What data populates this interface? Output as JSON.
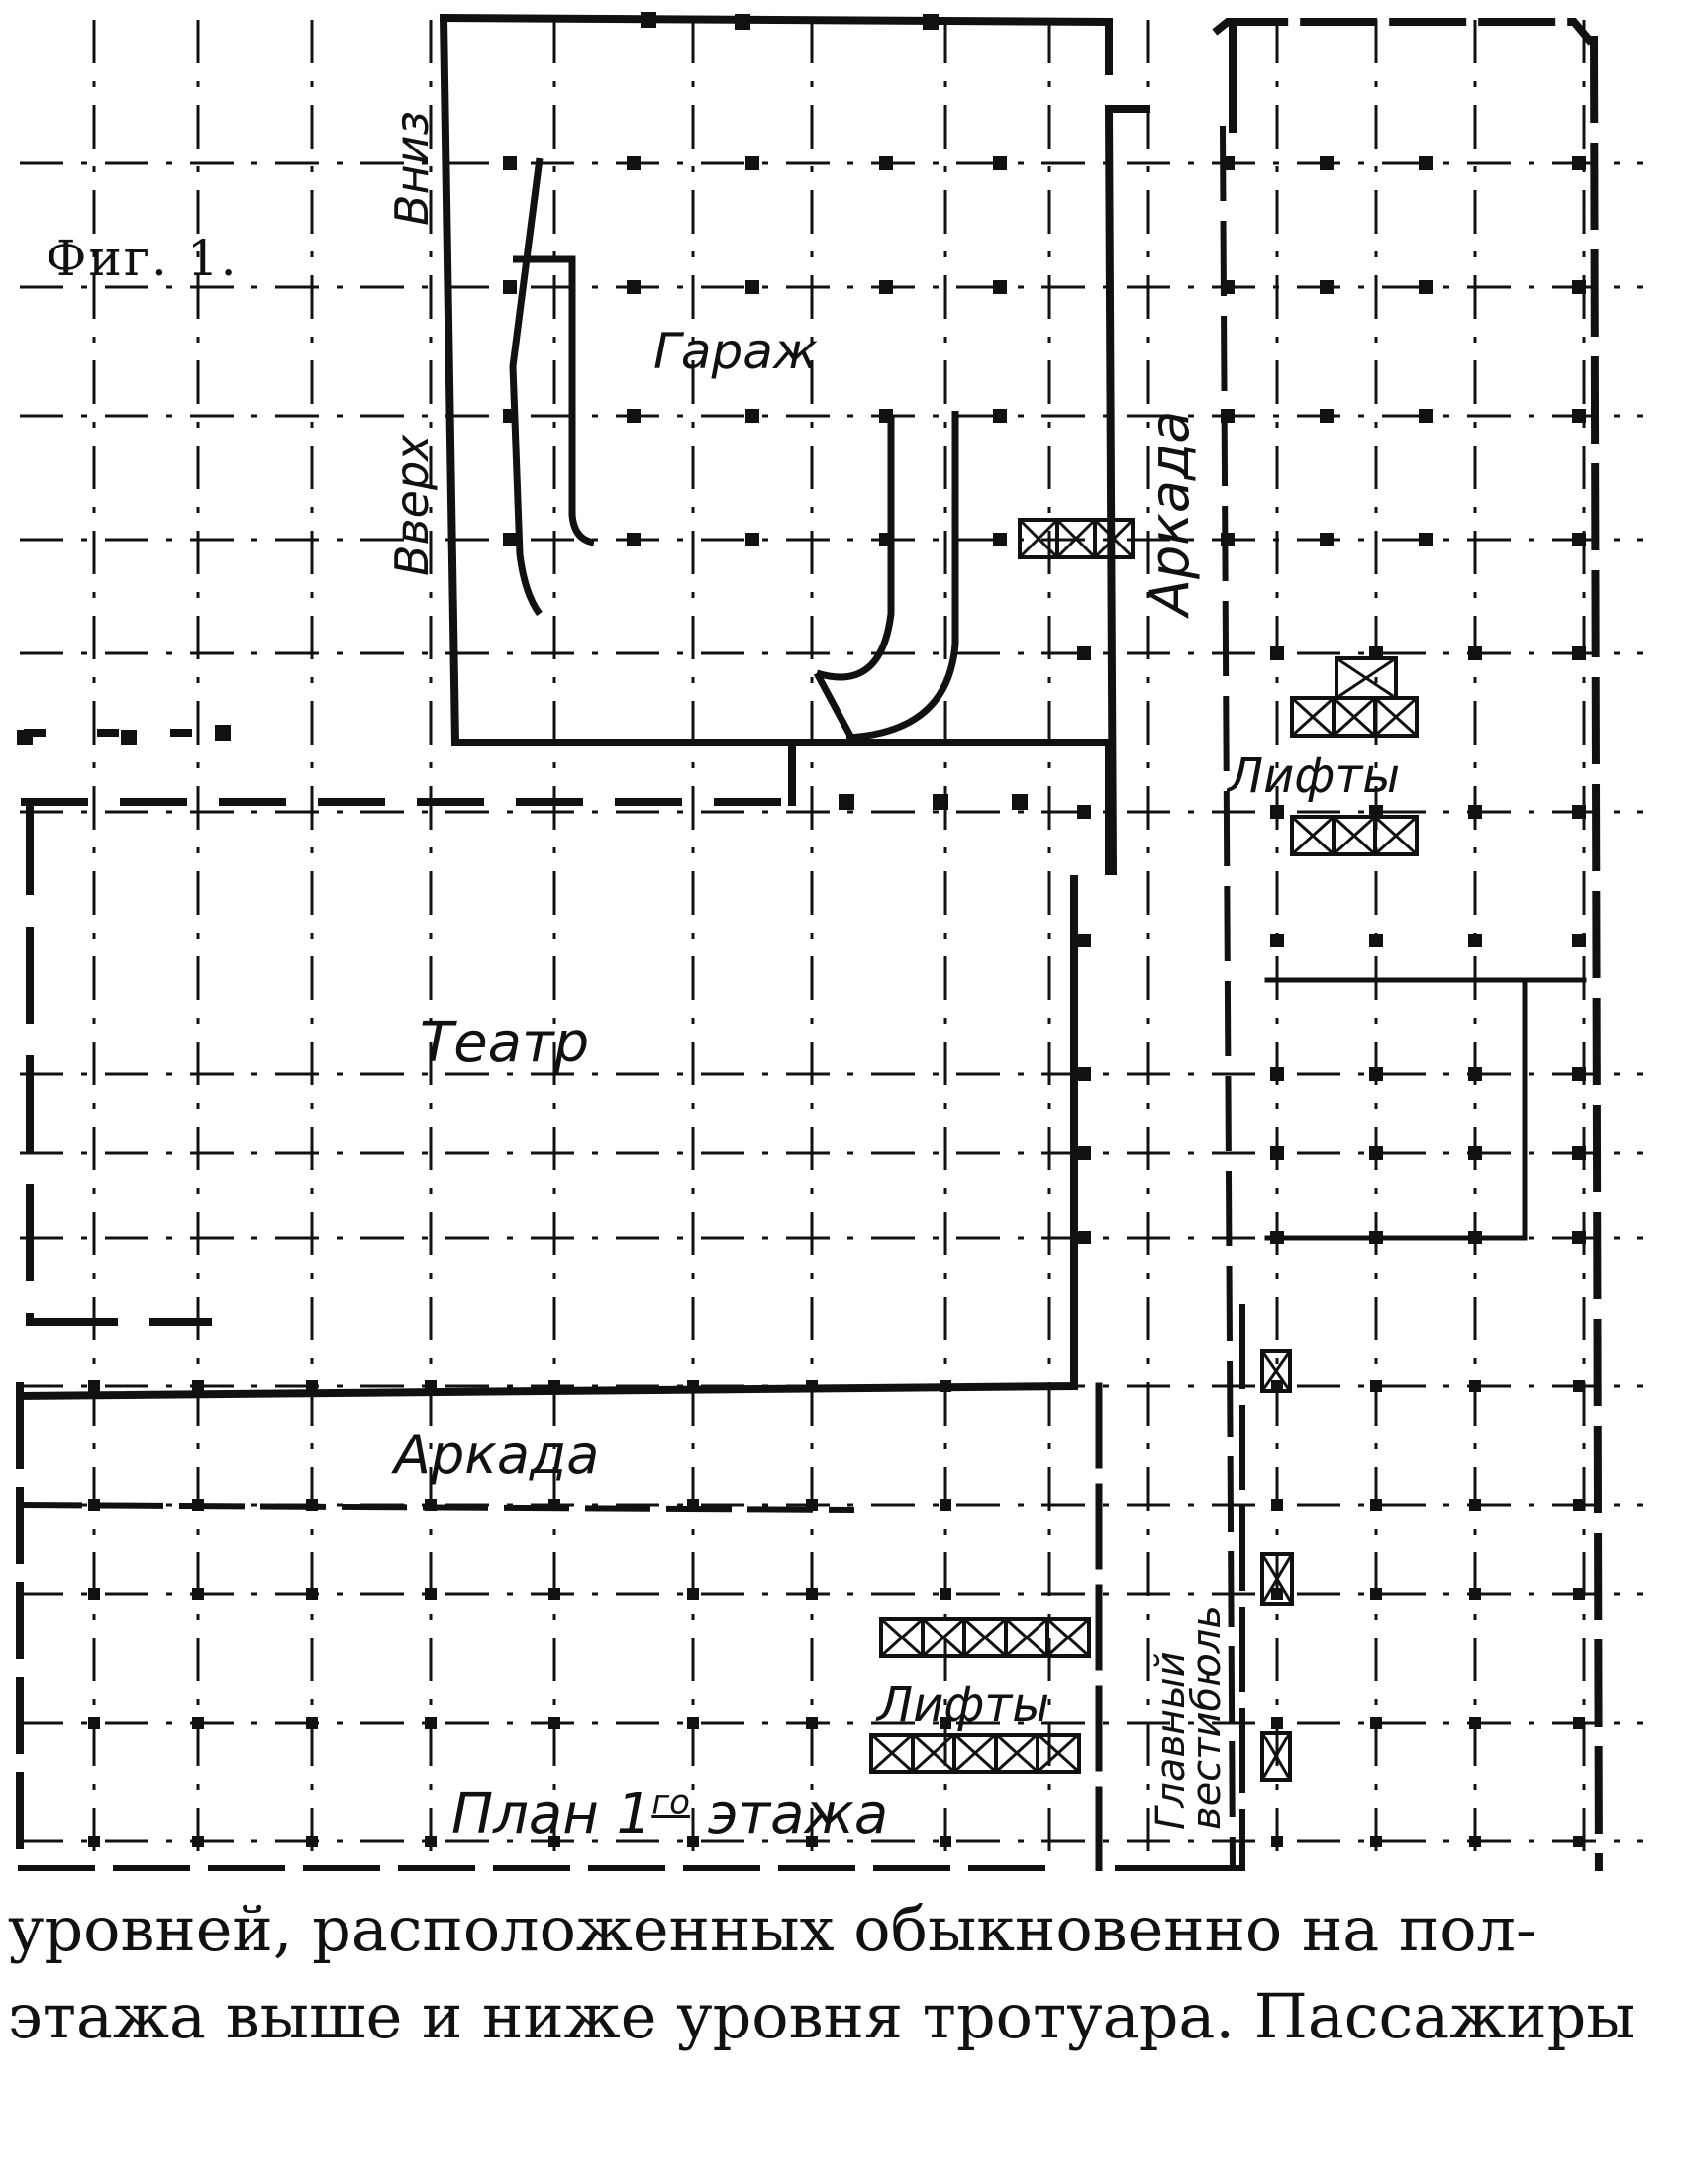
{
  "figure": {
    "label": "Фиг. 1."
  },
  "labels": {
    "garage": "Гараж",
    "down": "Вниз",
    "up": "Вверх",
    "arcade_right": "Аркада",
    "elevators_right": "Лифты",
    "theater": "Театр",
    "arcade_bottom": "Аркада",
    "elevators_bottom": "Лифты",
    "vestibule_line1": "Главный",
    "vestibule_line2": "вестибюль"
  },
  "plan_title": {
    "prefix": "План  1",
    "superscript": "го",
    "suffix": "  этажа"
  },
  "body_text": {
    "line1": "уровней, расположенных обыкновенно на пол-",
    "line2": "этажа выше и ниже уровня тротуара. Пассажиры"
  }
}
